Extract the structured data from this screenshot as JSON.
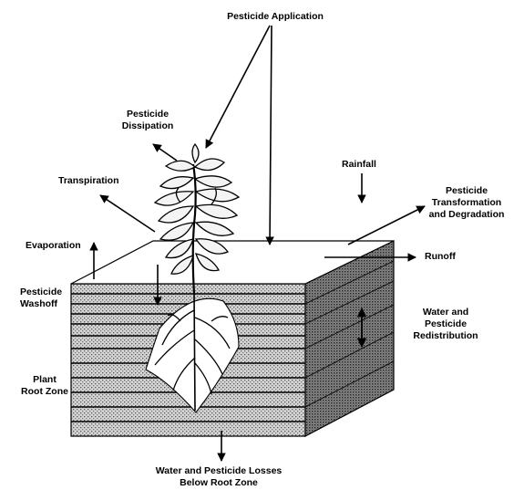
{
  "labels": {
    "pesticide_application": "Pesticide Application",
    "pesticide_dissipation": [
      "Pesticide",
      "Dissipation"
    ],
    "transpiration": "Transpiration",
    "evaporation": "Evaporation",
    "pesticide_washoff": [
      "Pesticide",
      "Washoff"
    ],
    "plant_root_zone": [
      "Plant",
      "Root Zone"
    ],
    "rainfall": "Rainfall",
    "transformation": [
      "Pesticide",
      "Transformation",
      "and Degradation"
    ],
    "runoff": "Runoff",
    "redistribution": [
      "Water and",
      "Pesticide",
      "Redistribution"
    ],
    "losses": [
      "Water and Pesticide Losses",
      "Below Root Zone"
    ]
  },
  "colors": {
    "ink": "#000000",
    "soil_light": "#c8c8c8",
    "soil_dark": "#6e6e6e",
    "top_surface": "#ffffff",
    "plant_fill": "#f4f4f4"
  }
}
